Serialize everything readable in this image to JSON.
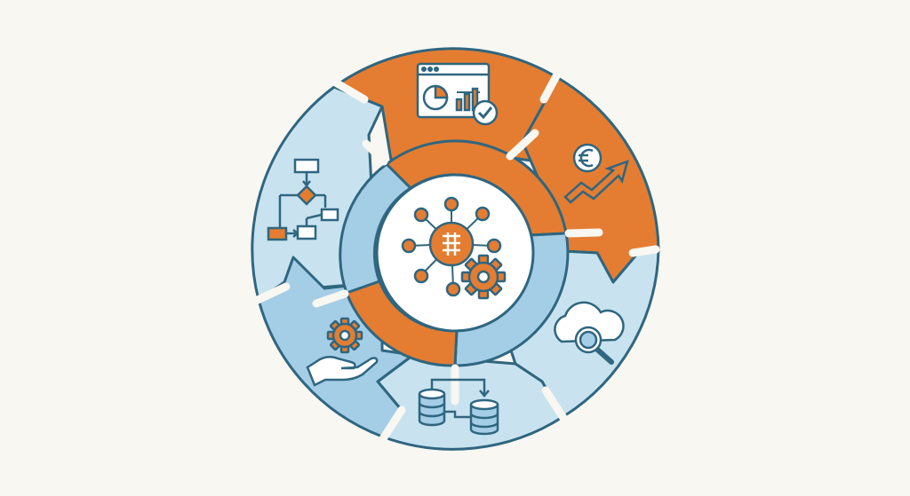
{
  "diagram": {
    "type": "circular-cycle",
    "colors": {
      "background": "#f8f7f1",
      "orange": "#e47d31",
      "light_blue": "#c8e3ef",
      "mid_blue": "#a4cde6",
      "stroke": "#2f6680",
      "white": "#ffffff"
    },
    "center": {
      "icon": "network-hub-gear-icon"
    },
    "inner_ring": [
      {
        "name": "inner-arc-orange-top",
        "color": "orange"
      },
      {
        "name": "inner-arc-blue-right",
        "color": "mid_blue"
      },
      {
        "name": "inner-arc-orange-bottom",
        "color": "orange"
      },
      {
        "name": "inner-arc-blue-left",
        "color": "mid_blue"
      }
    ],
    "outer_segments": [
      {
        "name": "segment-dashboard",
        "color": "orange",
        "icon": "dashboard-chart-check-icon"
      },
      {
        "name": "segment-euro-growth",
        "color": "orange",
        "icon": "euro-growth-arrow-icon"
      },
      {
        "name": "segment-cloud-search",
        "color": "light_blue",
        "icon": "cloud-search-icon"
      },
      {
        "name": "segment-database-sync",
        "color": "light_blue",
        "icon": "database-sync-icon"
      },
      {
        "name": "segment-hand-gear",
        "color": "mid_blue",
        "icon": "hand-gear-icon"
      },
      {
        "name": "segment-flowchart",
        "color": "light_blue",
        "icon": "flowchart-icon"
      }
    ],
    "texts": []
  }
}
